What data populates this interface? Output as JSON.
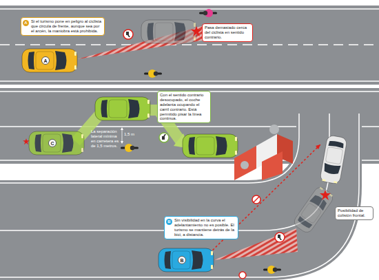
{
  "diagram": {
    "nodes": [
      {
        "text": [
          "Si el turismo pone en peligro al ciclista que circula de frente, aunque sea por el arcén, la maniobra está prohibida."
        ]
      },
      {
        "text": [
          "A"
        ],
        "in": 0
      },
      {
        "text": [
          "Pasa demasiado cerca del ciclista en sentido contrario."
        ]
      },
      {
        "text": [
          "A"
        ]
      },
      {
        "text": [
          "Con el sentido contrario desocupado, el coche adelanta ocupando el carril contrario. Está permitido pisar la línea continua."
        ]
      },
      {
        "text": [
          "C"
        ]
      },
      {
        "text": [
          "Sin visibilidad en la curva el adelantamiento no es posible. El turismo se mantiene detrás de la bici, a distancia."
        ]
      },
      {
        "text": [
          "B"
        ],
        "in": 6
      },
      {
        "text": [
          "B"
        ]
      },
      {
        "text": [
          "Posibilidad de colisión frontal."
        ]
      }
    ],
    "labels": [
      "La separación lateral mínima en carretera es de 1,5 metros.",
      "1,5 m"
    ]
  }
}
